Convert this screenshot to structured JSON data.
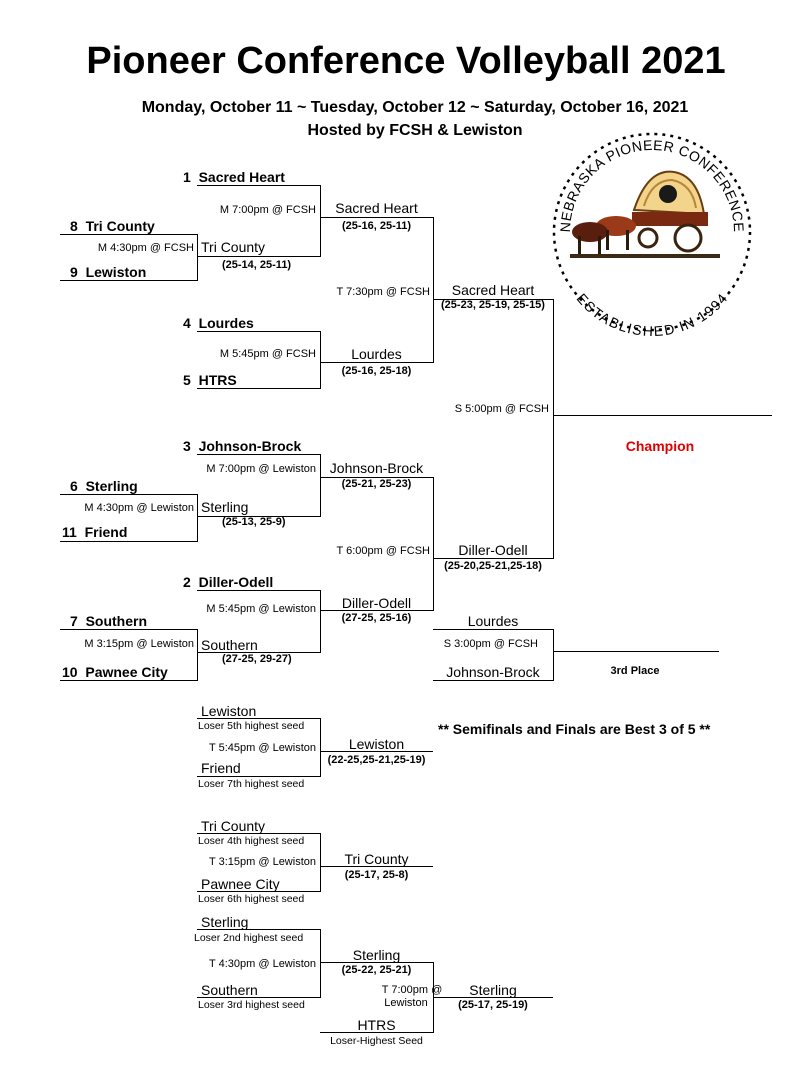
{
  "title": "Pioneer Conference Volleyball 2021",
  "dates": "Monday, October 11 ~ Tuesday, October 12 ~ Saturday, October 16, 2021",
  "hosted": "Hosted by FCSH & Lewiston",
  "logo": {
    "top_text": "NEBRASKA PIONEER CONFERENCE",
    "bottom_text": "ESTABLISHED IN 1994",
    "icon": "covered-wagon-oxen-icon"
  },
  "colors": {
    "champion": "#e00000",
    "lines": "#000000"
  },
  "seeds": {
    "s1": {
      "num": "1",
      "team": "Sacred Heart"
    },
    "s8": {
      "num": "8",
      "team": "Tri County"
    },
    "s9": {
      "num": "9",
      "team": "Lewiston"
    },
    "s4": {
      "num": "4",
      "team": "Lourdes"
    },
    "s5": {
      "num": "5",
      "team": "HTRS"
    },
    "s3": {
      "num": "3",
      "team": "Johnson-Brock"
    },
    "s6": {
      "num": "6",
      "team": "Sterling"
    },
    "s11": {
      "num": "11",
      "team": "Friend"
    },
    "s2": {
      "num": "2",
      "team": "Diller-Odell"
    },
    "s7": {
      "num": "7",
      "team": "Southern"
    },
    "s10": {
      "num": "10",
      "team": "Pawnee City"
    }
  },
  "round1": {
    "g1": {
      "time": "M 4:30pm @ FCSH",
      "winner": "Tri County",
      "score": "(25-14, 25-11)"
    },
    "g2": {
      "time": "M 4:30pm @ Lewiston",
      "winner": "Sterling",
      "score": "(25-13, 25-9)"
    },
    "g3": {
      "time": "M 3:15pm @ Lewiston",
      "winner": "Southern",
      "score": "(27-25, 29-27)"
    }
  },
  "quarters": {
    "q1": {
      "time": "M 7:00pm @ FCSH",
      "winner": "Sacred Heart",
      "score": "(25-16, 25-11)"
    },
    "q2": {
      "time": "M 5:45pm @ FCSH",
      "winner": "Lourdes",
      "score": "(25-16, 25-18)"
    },
    "q3": {
      "time": "M 7:00pm @ Lewiston",
      "winner": "Johnson-Brock",
      "score": "(25-21, 25-23)"
    },
    "q4": {
      "time": "M 5:45pm @ Lewiston",
      "winner": "Diller-Odell",
      "score": "(27-25, 25-16)"
    }
  },
  "semis": {
    "sf1": {
      "time": "T 7:30pm @ FCSH",
      "winner": "Sacred Heart",
      "score": "(25-23, 25-19, 25-15)"
    },
    "sf2": {
      "time": "T 6:00pm @ FCSH",
      "winner": "Diller-Odell",
      "score": "(25-20,25-21,25-18)"
    }
  },
  "final": {
    "time": "S 5:00pm @ FCSH",
    "label": "Champion"
  },
  "third": {
    "team_a": "Lourdes",
    "team_b": "Johnson-Brock",
    "time": "S 3:00pm @ FCSH",
    "label": "3rd Place"
  },
  "note": "** Semifinals and Finals are Best 3 of 5 **",
  "consolation": {
    "c1": {
      "team_a": "Lewiston",
      "sub_a": "Loser 5th highest seed",
      "team_b": "Friend",
      "sub_b": "Loser 7th highest seed",
      "time": "T 5:45pm @ Lewiston",
      "winner": "Lewiston",
      "score": "(22-25,25-21,25-19)"
    },
    "c2": {
      "team_a": "Tri County",
      "sub_a": "Loser 4th highest seed",
      "team_b": "Pawnee City",
      "sub_b": "Loser 6th highest seed",
      "time": "T 3:15pm @ Lewiston",
      "winner": "Tri County",
      "score": "(25-17, 25-8)"
    },
    "c3": {
      "team_a": "Sterling",
      "sub_a": "Loser 2nd highest seed",
      "team_b": "Southern",
      "sub_b": "Loser 3rd highest seed",
      "time": "T 4:30pm @ Lewiston",
      "winner": "Sterling",
      "score": "(25-22, 25-21)"
    },
    "c4": {
      "time_line1": "T 7:00pm @",
      "time_line2": "Lewiston",
      "team_b": "HTRS",
      "sub_b": "Loser-Highest Seed",
      "winner": "Sterling",
      "score": "(25-17, 25-19)"
    }
  }
}
